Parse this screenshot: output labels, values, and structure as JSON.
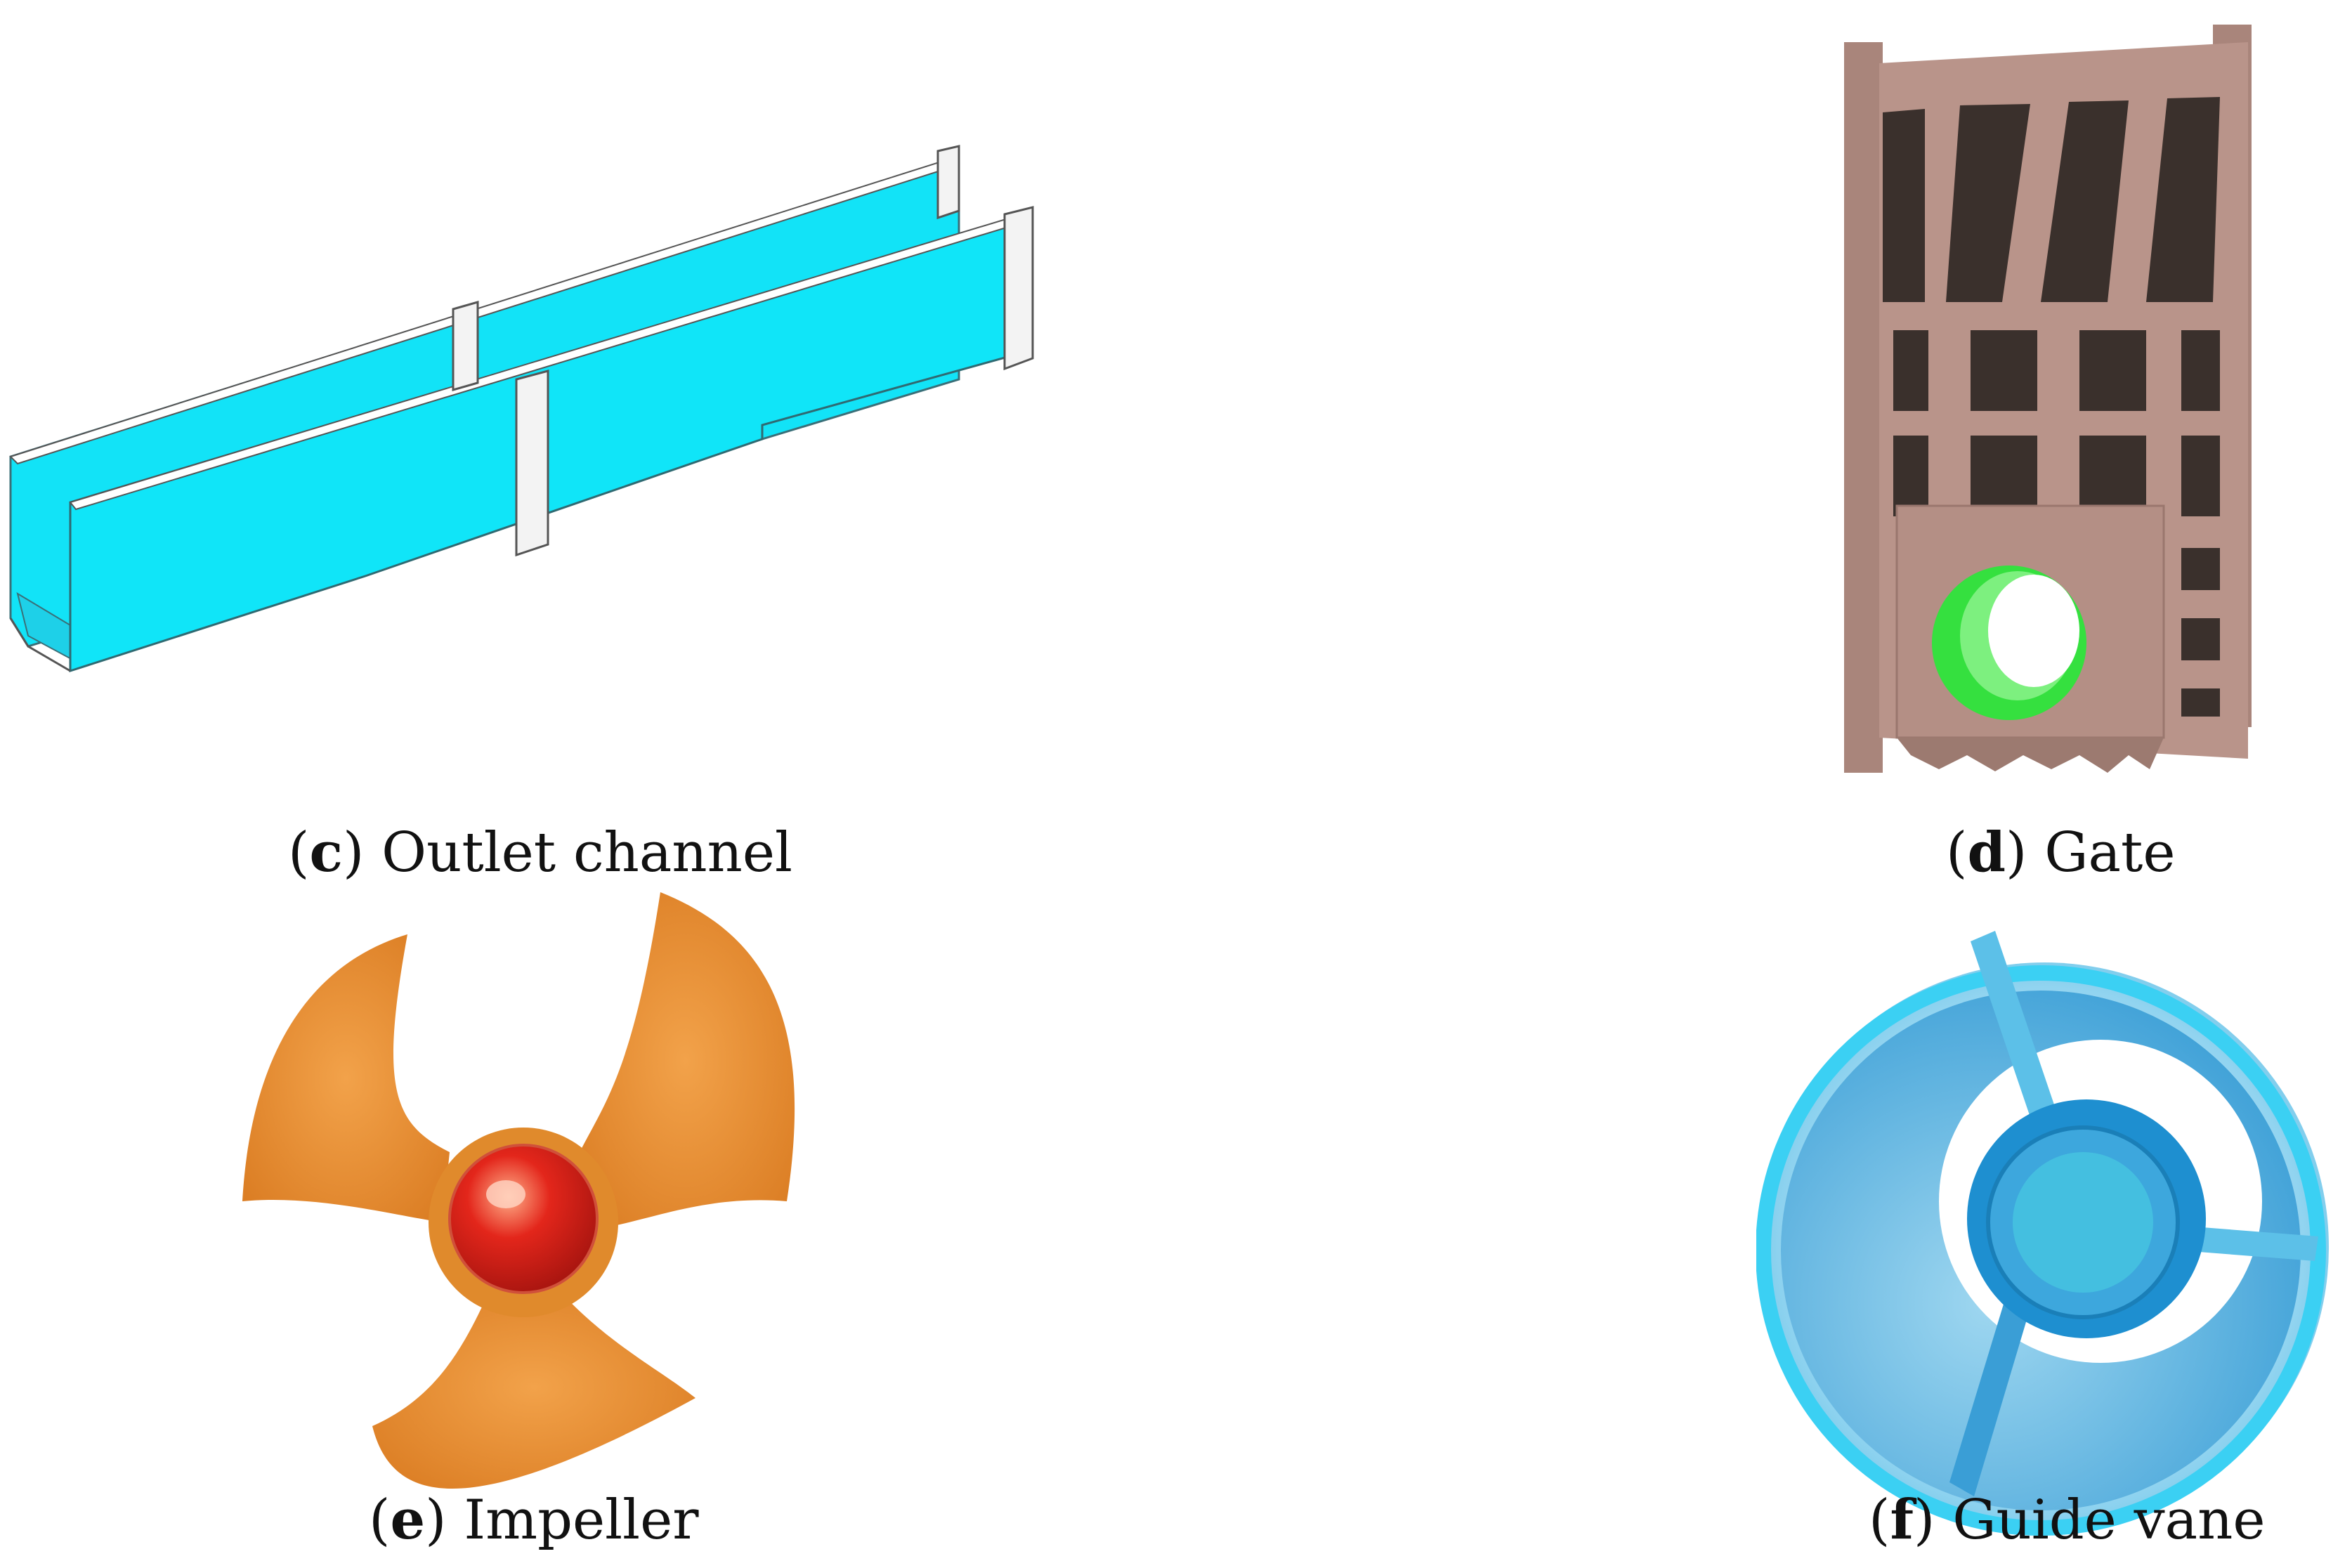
{
  "panels": {
    "c": {
      "letter": "c",
      "label": "Outlet channel",
      "color": "#12e3f7"
    },
    "d": {
      "letter": "d",
      "label": "Gate",
      "color": "#b9948a",
      "accent": "#35e03f"
    },
    "e": {
      "letter": "e",
      "label": "Impeller",
      "color": "#e88a2a",
      "accent": "#e3261b"
    },
    "f": {
      "letter": "f",
      "label": "Guide vane",
      "color": "#3bd0f3",
      "accent": "#1e8fd0"
    }
  }
}
